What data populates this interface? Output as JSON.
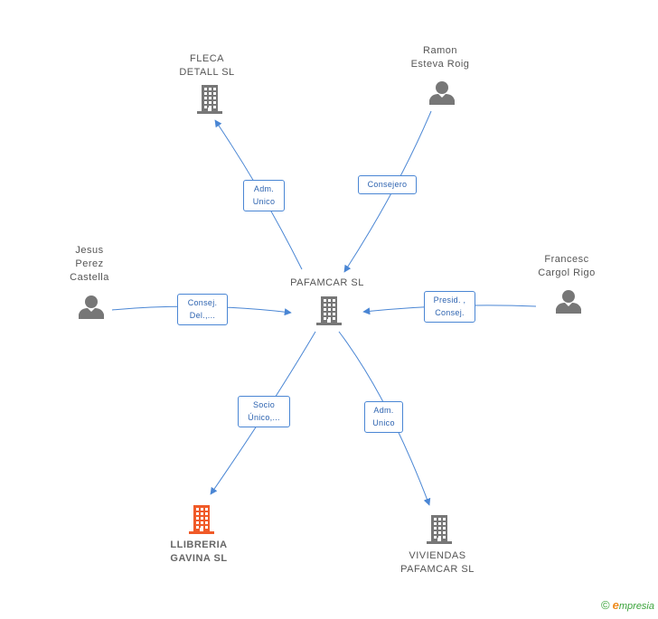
{
  "nodes": {
    "center": {
      "kind": "company",
      "lines": [
        "PAFAMCAR SL"
      ]
    },
    "fleca": {
      "kind": "company",
      "lines": [
        "FLECA",
        "DETALL SL"
      ]
    },
    "ramon": {
      "kind": "person",
      "lines": [
        "Ramon",
        "Esteva Roig"
      ]
    },
    "jesus": {
      "kind": "person",
      "lines": [
        "Jesus",
        "Perez",
        "Castella"
      ]
    },
    "francesc": {
      "kind": "person",
      "lines": [
        "Francesc",
        "Cargol Rigo"
      ]
    },
    "llibreria": {
      "kind": "company",
      "lines": [
        "LLIBRERIA",
        "GAVINA SL"
      ]
    },
    "viviendas": {
      "kind": "company",
      "lines": [
        "VIVIENDAS",
        "PAFAMCAR SL"
      ]
    }
  },
  "edges": [
    {
      "id": "fleca",
      "lines": [
        "Adm.",
        "Unico"
      ]
    },
    {
      "id": "ramon",
      "lines": [
        "Consejero"
      ]
    },
    {
      "id": "jesus",
      "lines": [
        "Consej.",
        "Del.,..."
      ]
    },
    {
      "id": "francesc",
      "lines": [
        "Presid. ,",
        "Consej."
      ]
    },
    {
      "id": "llibreria",
      "lines": [
        "Socio",
        "Único,..."
      ]
    },
    {
      "id": "viviendas",
      "lines": [
        "Adm.",
        "Unico"
      ]
    }
  ],
  "colors": {
    "edge": "#4a86d4",
    "icon": "#777777",
    "highlight": "#f05a28"
  },
  "brand": {
    "copyright": "©",
    "initial": "e",
    "rest": "mpresia"
  }
}
